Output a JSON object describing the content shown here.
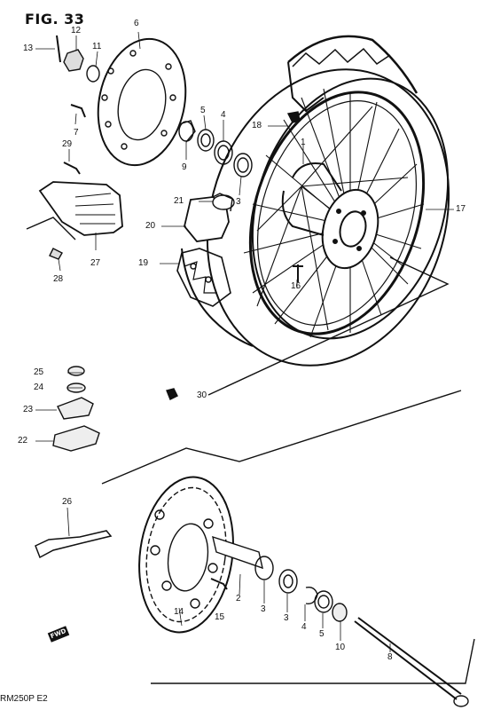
{
  "figure": {
    "title": "FIG. 33",
    "model": "RM250P  E2",
    "fwd": "FWD"
  },
  "callouts": {
    "c1": "1",
    "c2": "2",
    "c3a": "3",
    "c3b": "3",
    "c3c": "3",
    "c4a": "4",
    "c4b": "4",
    "c5a": "5",
    "c5b": "5",
    "c6": "6",
    "c7": "7",
    "c8": "8",
    "c9": "9",
    "c10": "10",
    "c11": "11",
    "c12": "12",
    "c13": "13",
    "c14": "14",
    "c15": "15",
    "c16": "16",
    "c17": "17",
    "c18": "18",
    "c19": "19",
    "c20": "20",
    "c21": "21",
    "c22": "22",
    "c23": "23",
    "c24": "24",
    "c25": "25",
    "c26": "26",
    "c27": "27",
    "c28": "28",
    "c29": "29",
    "c30": "30"
  }
}
